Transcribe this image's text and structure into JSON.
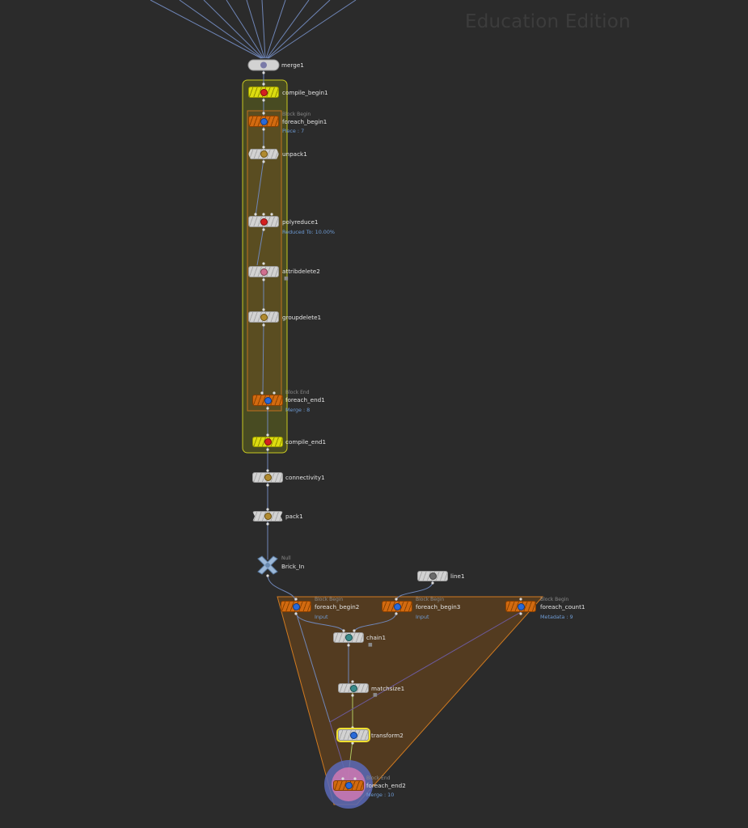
{
  "watermark": "Education Edition",
  "nodes": {
    "merge1": {
      "label": "merge1"
    },
    "compile_begin1": {
      "label": "compile_begin1"
    },
    "foreach_begin1": {
      "label": "foreach_begin1",
      "tag": "Block Begin",
      "info": "Piece : 7"
    },
    "unpack1": {
      "label": "unpack1"
    },
    "polyreduce1": {
      "label": "polyreduce1",
      "info": "Reduced To: 10.00%"
    },
    "attribdelete2": {
      "label": "attribdelete2"
    },
    "groupdelete1": {
      "label": "groupdelete1"
    },
    "foreach_end1": {
      "label": "foreach_end1",
      "tag": "Block End",
      "info": "Merge : 8"
    },
    "compile_end1": {
      "label": "compile_end1"
    },
    "connectivity1": {
      "label": "connectivity1"
    },
    "pack1": {
      "label": "pack1"
    },
    "brick_in": {
      "label": "Brick_In",
      "tag": "Null"
    },
    "line1": {
      "label": "line1"
    },
    "foreach_begin2": {
      "label": "foreach_begin2",
      "tag": "Block Begin",
      "info": "Input"
    },
    "foreach_begin3": {
      "label": "foreach_begin3",
      "tag": "Block Begin",
      "info": "Input"
    },
    "foreach_count1": {
      "label": "foreach_count1",
      "tag": "Block Begin",
      "info": "Metadata : 9"
    },
    "chain1": {
      "label": "chain1"
    },
    "matchsize1": {
      "label": "matchsize1"
    },
    "transform2": {
      "label": "transform2"
    },
    "foreach_end2": {
      "label": "foreach_end2",
      "tag": "Block End",
      "info": "Merge : 10"
    }
  },
  "colors": {
    "background": "#2b2b2b",
    "wire": "#6f86b8",
    "compile_block": "#c8c820",
    "foreach_block": "#d07a20",
    "selected": "#f0e030"
  }
}
